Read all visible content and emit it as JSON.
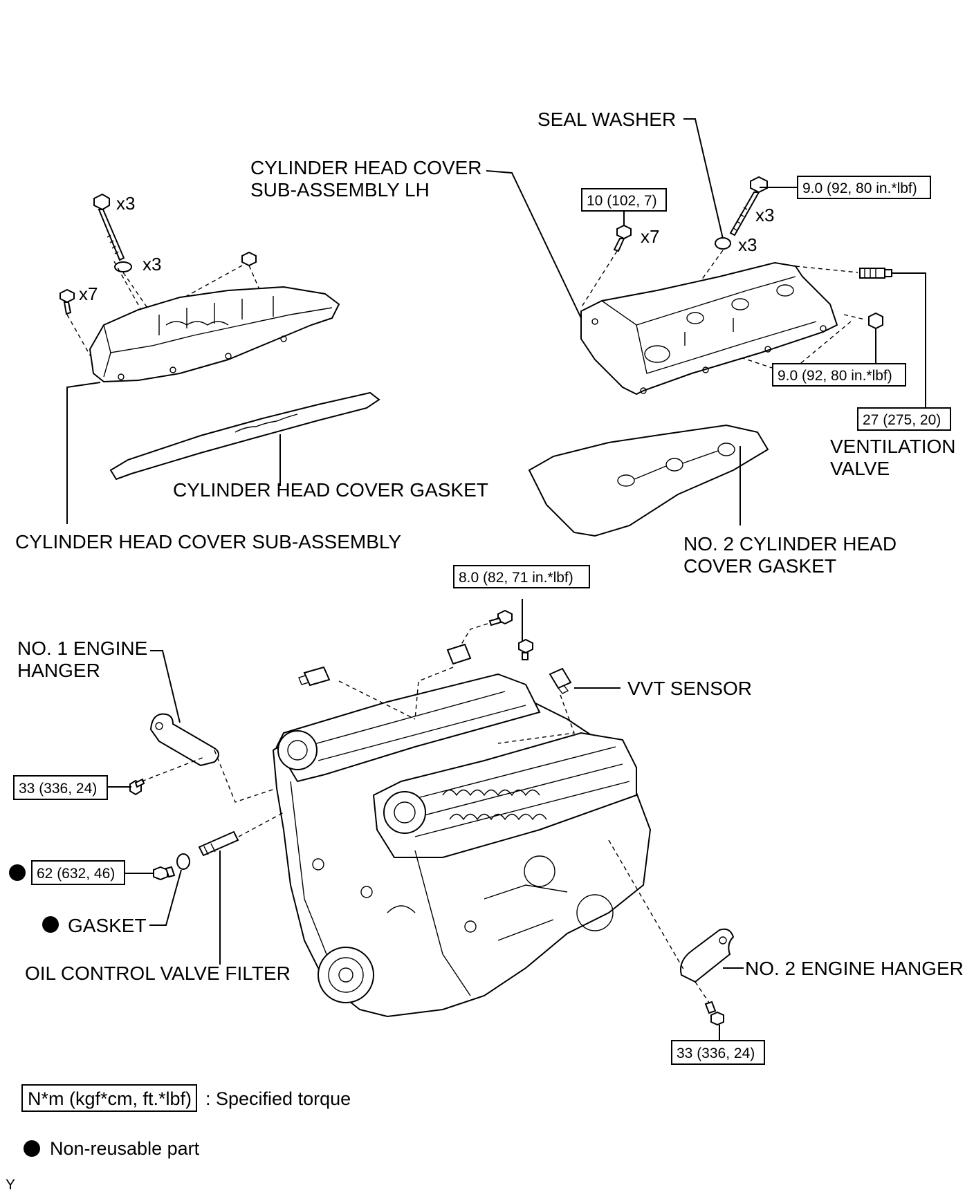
{
  "labels": {
    "seal_washer": "SEAL WASHER",
    "cover_lh_line1": "CYLINDER HEAD COVER",
    "cover_lh_line2": "SUB-ASSEMBLY LH",
    "cover_gasket": "CYLINDER HEAD COVER GASKET",
    "cover_sub_assembly": "CYLINDER HEAD COVER SUB-ASSEMBLY",
    "ventilation_line1": "VENTILATION",
    "ventilation_line2": "VALVE",
    "no2_gasket_line1": "NO. 2 CYLINDER HEAD",
    "no2_gasket_line2": "COVER GASKET",
    "no1_hanger_line1": "NO. 1 ENGINE",
    "no1_hanger_line2": "HANGER",
    "vvt_sensor": "VVT SENSOR",
    "gasket": "GASKET",
    "ocv_filter": "OIL CONTROL VALVE FILTER",
    "no2_hanger": "NO. 2 ENGINE HANGER"
  },
  "quantities": {
    "left_bolt": "x3",
    "left_washer": "x3",
    "left_bolt7": "x7",
    "right_bolt7": "x7",
    "right_bolt3": "x3",
    "right_washer": "x3"
  },
  "torques": {
    "right_bolt7": "10 (102, 7)",
    "right_bolt3": "9.0 (92, 80 in.*lbf)",
    "right_nut": "9.0 (92, 80 in.*lbf)",
    "ventilation": "27 (275, 20)",
    "vvt": "8.0 (82, 71 in.*lbf)",
    "hanger1": "33 (336, 24)",
    "plug": "62 (632, 46)",
    "hanger2": "33 (336, 24)"
  },
  "legend": {
    "torque_unit": "N*m (kgf*cm, ft.*lbf)",
    "torque_desc": ": Specified torque",
    "nonreusable_desc": "Non-reusable part"
  },
  "footer": {
    "code": "Y"
  }
}
